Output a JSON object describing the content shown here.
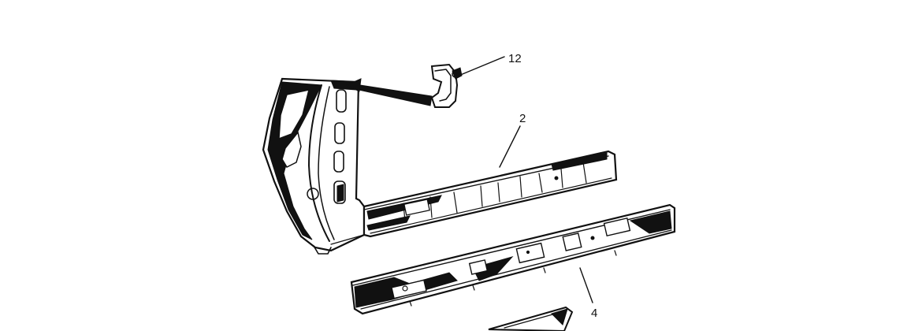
{
  "diagram": {
    "callouts": [
      {
        "id": "callout-12",
        "text": "12"
      },
      {
        "id": "callout-2",
        "text": "2"
      },
      {
        "id": "callout-4",
        "text": "4"
      }
    ]
  }
}
